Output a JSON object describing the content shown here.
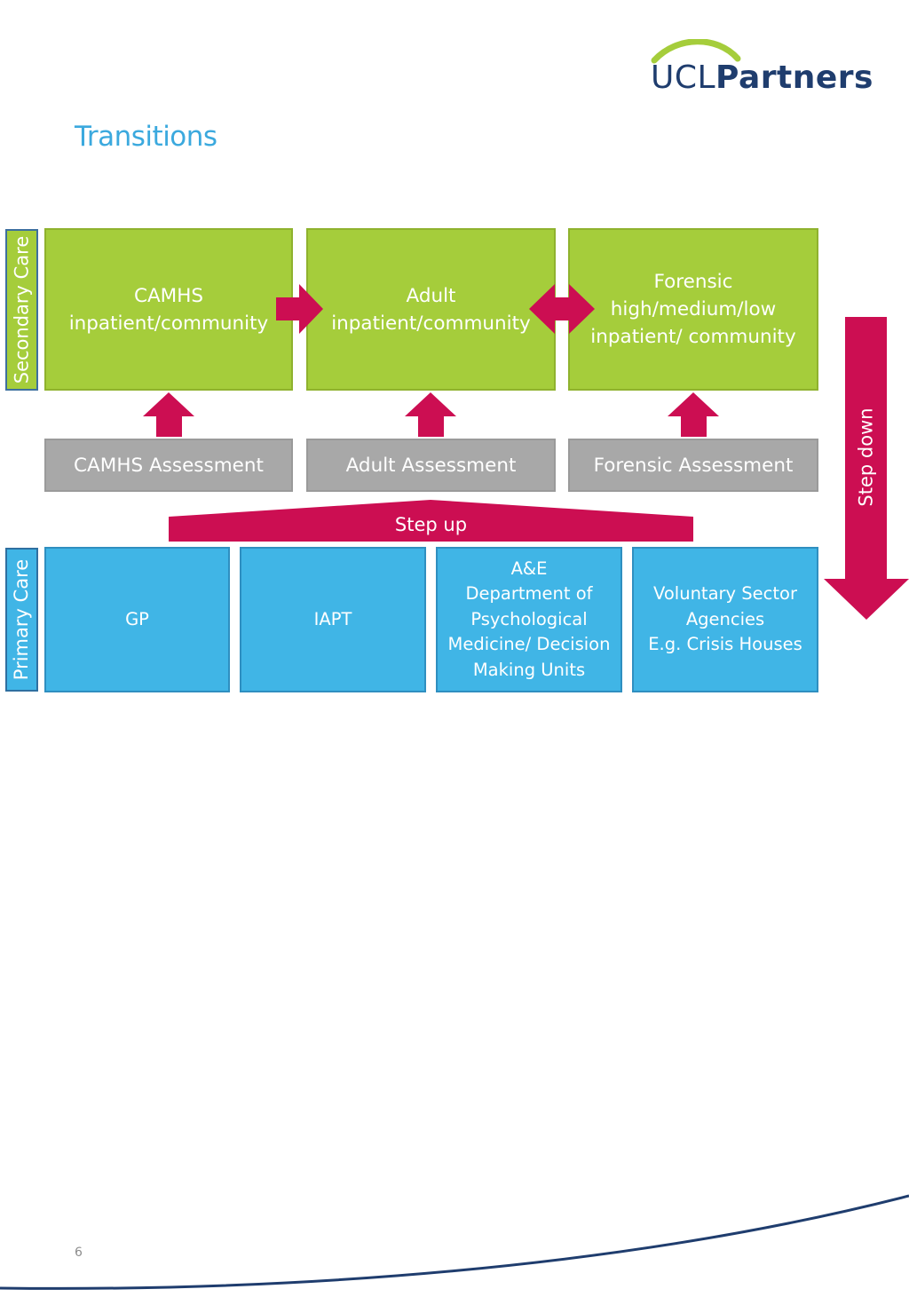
{
  "header": {
    "logo": {
      "light": "UCL",
      "bold": "Partners",
      "arc_color": "#a5cd3b",
      "text_color": "#1f3d6e"
    },
    "title": "Transitions"
  },
  "colors": {
    "secondary_green": "#a5cd3b",
    "primary_blue": "#40b5e6",
    "assessment_grey": "#a8a8a8",
    "arrow_magenta": "#cc0e52",
    "title_blue": "#3ba9de"
  },
  "diagram": {
    "secondary_label": "Secondary Care",
    "primary_label": "Primary Care",
    "secondary_boxes": [
      {
        "lines": [
          "CAMHS",
          "inpatient/community"
        ]
      },
      {
        "lines": [
          "Adult",
          "inpatient/community"
        ]
      },
      {
        "lines": [
          "Forensic",
          "high/medium/low",
          "inpatient/ community"
        ]
      }
    ],
    "assessments": [
      "CAMHS Assessment",
      "Adult Assessment",
      "Forensic Assessment"
    ],
    "step_up": "Step up",
    "step_down": "Step down",
    "primary_boxes": [
      {
        "lines": [
          "GP"
        ]
      },
      {
        "lines": [
          "IAPT"
        ]
      },
      {
        "lines": [
          "A&E",
          "Department of",
          "Psychological",
          "Medicine/ Decision",
          "Making Units"
        ]
      },
      {
        "lines": [
          "Voluntary Sector",
          "Agencies",
          "E.g. Crisis Houses"
        ]
      }
    ]
  },
  "footer": {
    "page_number": "6"
  }
}
